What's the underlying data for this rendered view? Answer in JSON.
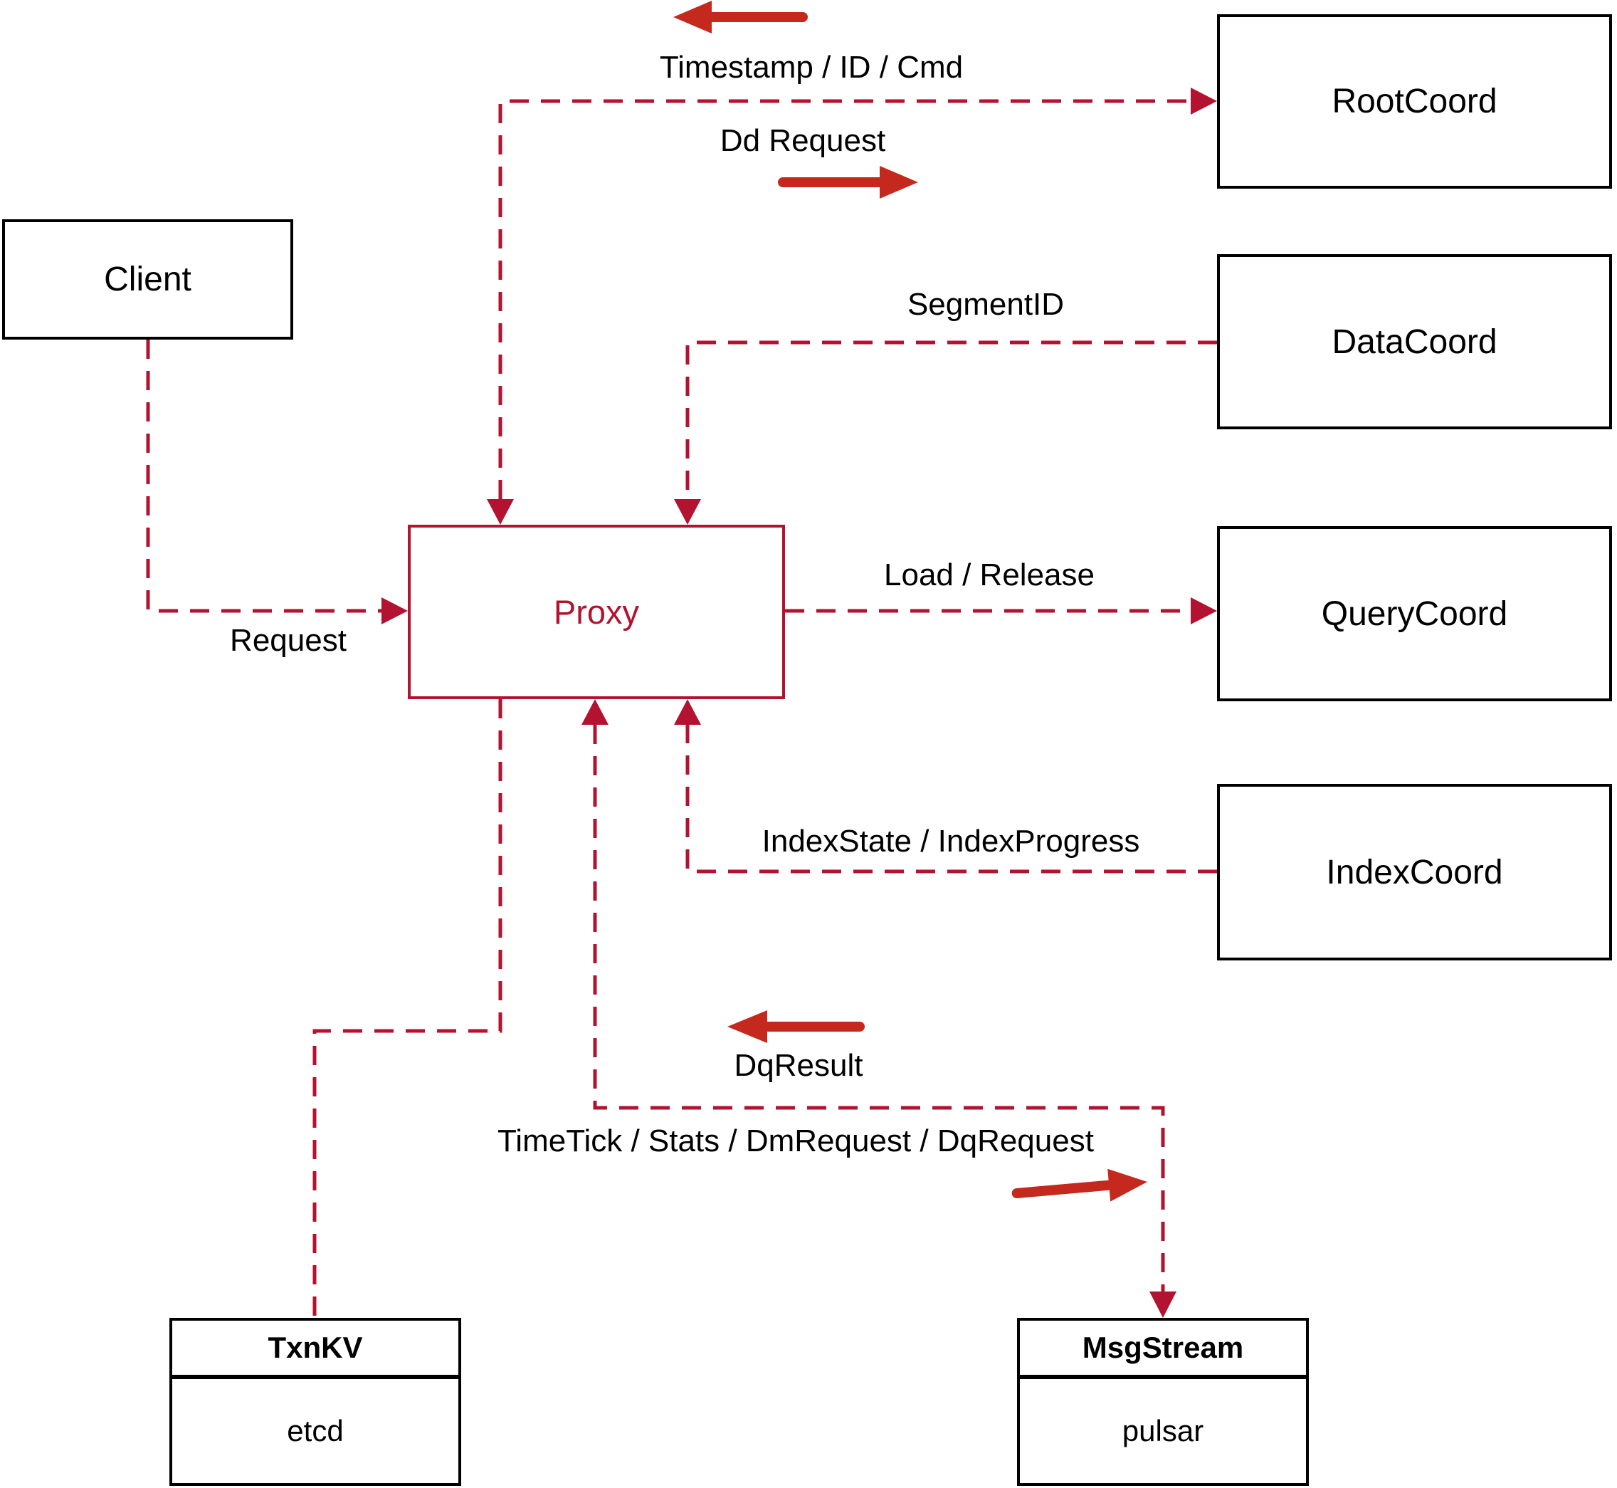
{
  "diagram": {
    "nodes": {
      "client": {
        "label": "Client"
      },
      "proxy": {
        "label": "Proxy"
      },
      "rootcoord": {
        "label": "RootCoord"
      },
      "datacoord": {
        "label": "DataCoord"
      },
      "querycoord": {
        "label": "QueryCoord"
      },
      "indexcoord": {
        "label": "IndexCoord"
      },
      "txnkv": {
        "title": "TxnKV",
        "body": "etcd"
      },
      "msgstream": {
        "title": "MsgStream",
        "body": "pulsar"
      }
    },
    "edge_labels": {
      "timestamp": "Timestamp / ID / Cmd",
      "dd_request": "Dd Request",
      "segment_id": "SegmentID",
      "load_release": "Load / Release",
      "index_state": "IndexState / IndexProgress",
      "request": "Request",
      "dq_result": "DqResult",
      "timetick": "TimeTick / Stats / DmRequest / DqRequest"
    },
    "colors": {
      "connector": "#B31230",
      "accent_arrow": "#C5281C",
      "node_border": "#000000",
      "proxy": "#B31230"
    }
  }
}
